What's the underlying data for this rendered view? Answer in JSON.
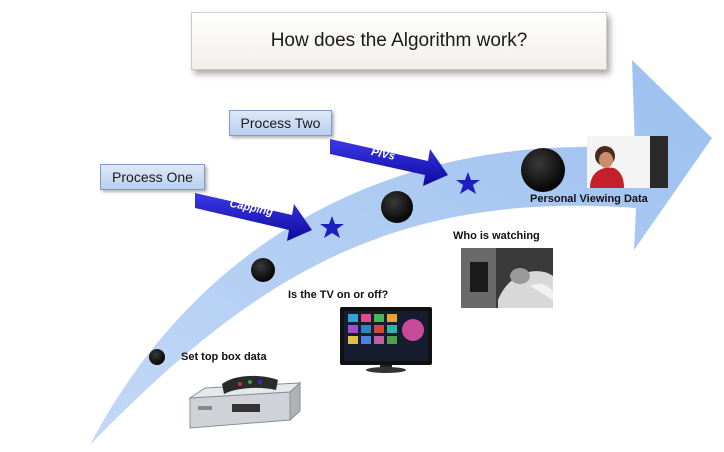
{
  "title": "How does the Algorithm work?",
  "processes": [
    {
      "label": "Process One",
      "arrow_label": "Capping"
    },
    {
      "label": "Process Two",
      "arrow_label": "PIVs"
    }
  ],
  "stages": [
    {
      "label": "Set top box data",
      "image": "set-top-box"
    },
    {
      "label": "Is the TV on or off?",
      "image": "television"
    },
    {
      "label": "Who is watching",
      "image": "viewer-in-bedroom"
    },
    {
      "label": "Personal Viewing Data",
      "image": "child-watching-tv"
    }
  ],
  "colors": {
    "main_arrow": "#a9c8f2",
    "process_arrow": "#1a16c8",
    "star": "#1f1fbf",
    "dot": "#000000",
    "process_box": "#c9dbf4"
  }
}
